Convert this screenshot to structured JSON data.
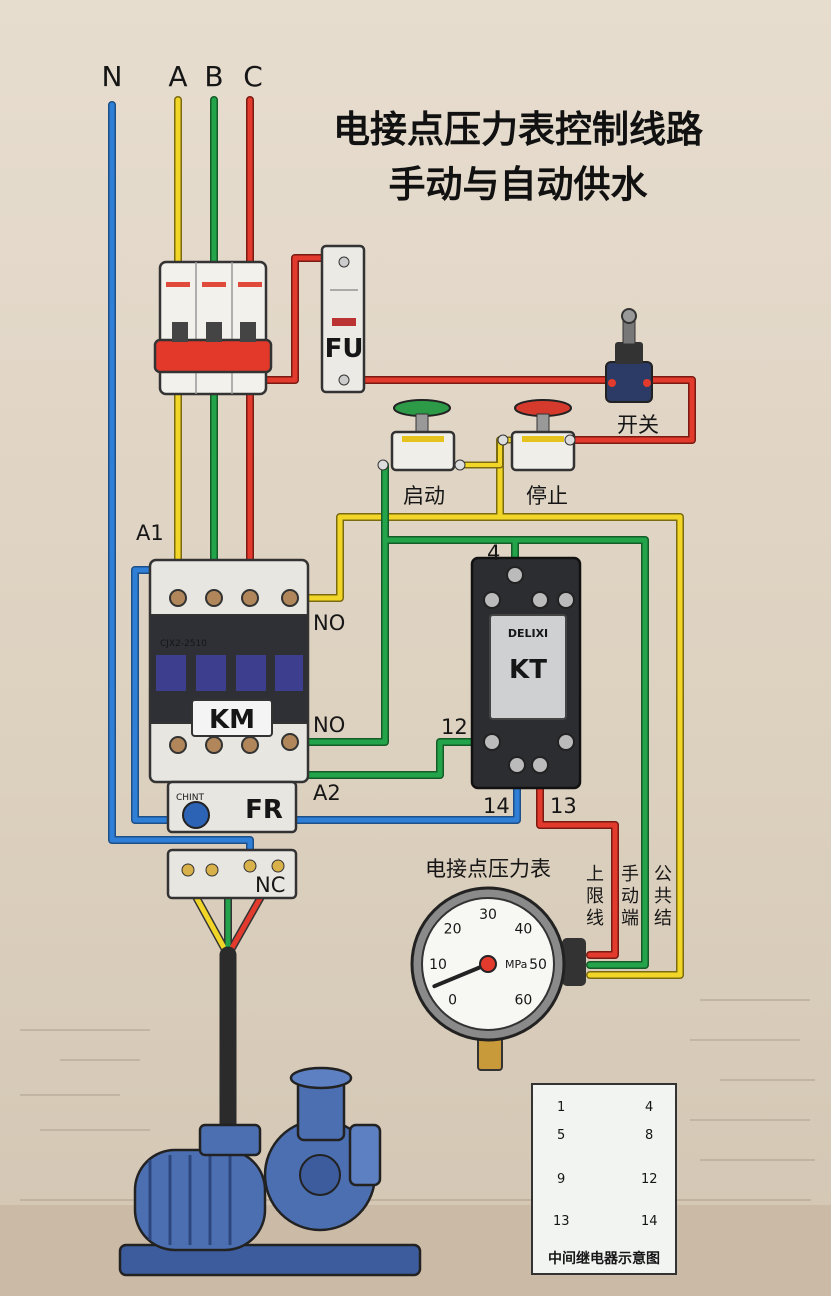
{
  "title": {
    "line1": "电接点压力表控制线路",
    "line2": "手动与自动供水"
  },
  "phases": {
    "n": "N",
    "a": "A",
    "b": "B",
    "c": "C"
  },
  "components": {
    "fuse": "FU",
    "switch": "开关",
    "start_button": "启动",
    "stop_button": "停止",
    "contactor": "KM",
    "contactor_model": "CJX2-2510",
    "relay": "KT",
    "relay_brand": "DELIXI",
    "overload": "FR",
    "overload_brand": "CHINT",
    "gauge_title": "电接点压力表"
  },
  "terminals": {
    "a1": "A1",
    "a2": "A2",
    "no_top": "NO",
    "no_mid": "NO",
    "nc": "NC",
    "t4": "4",
    "t12": "12",
    "t13": "13",
    "t14": "14"
  },
  "gauge_wires": [
    "上限线",
    "手动端",
    "公共结"
  ],
  "gauge": {
    "ticks": [
      "0",
      "10",
      "20",
      "30",
      "40",
      "50",
      "60"
    ],
    "unit": "MPa",
    "needle_value": 5,
    "max_value": 60
  },
  "legend": {
    "pins": [
      "1",
      "5",
      "9",
      "13",
      "4",
      "8",
      "12",
      "14"
    ],
    "caption": "中间继电器示意图"
  },
  "colors": {
    "neutral": "#2f7fd6",
    "phase_a": "#f2d627",
    "phase_b": "#23a44a",
    "phase_c": "#e23a2c",
    "pump": "#4c6fb2"
  }
}
